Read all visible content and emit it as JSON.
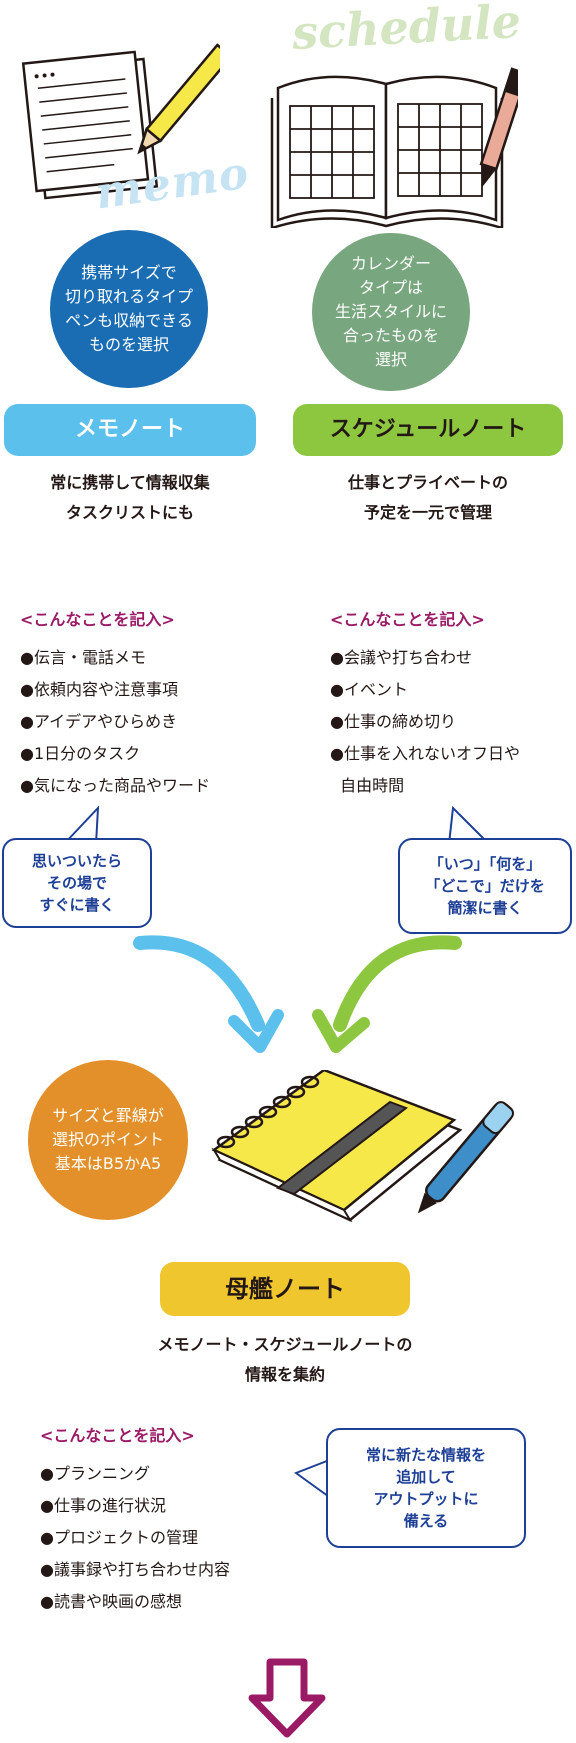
{
  "decor": {
    "memo_word": "memo",
    "schedule_word": "schedule"
  },
  "memo": {
    "circle_lines": [
      "携帯サイズで",
      "切り取れるタイプ",
      "ペンも収納できる",
      "ものを選択"
    ],
    "label": "メモノート",
    "desc_lines": [
      "常に携帯して情報収集",
      "タスクリストにも"
    ],
    "list_heading": "<こんなことを記入>",
    "items": [
      "●伝言・電話メモ",
      "●依頼内容や注意事項",
      "●アイデアやひらめき",
      "●1日分のタスク",
      "●気になった商品やワード"
    ],
    "bubble_lines": [
      "思いついたら",
      "その場で",
      "すぐに書く"
    ]
  },
  "schedule": {
    "circle_lines": [
      "カレンダー",
      "タイプは",
      "生活スタイルに",
      "合ったものを",
      "選択"
    ],
    "label": "スケジュールノート",
    "desc_lines": [
      "仕事とプライベートの",
      "予定を一元で管理"
    ],
    "list_heading": "<こんなことを記入>",
    "items": [
      "●会議や打ち合わせ",
      "●イベント",
      "●仕事の締め切り",
      "●仕事を入れないオフ日や",
      "  自由時間"
    ],
    "bubble_lines": [
      "「いつ」「何を」",
      "「どこで」だけを",
      "簡潔に書く"
    ]
  },
  "mothership": {
    "circle_lines": [
      "サイズと罫線が",
      "選択のポイント",
      "基本はB5かA5"
    ],
    "label": "母艦ノート",
    "desc_lines": [
      "メモノート・スケジュールノートの",
      "情報を集約"
    ],
    "list_heading": "<こんなことを記入>",
    "items": [
      "●プランニング",
      "●仕事の進行状況",
      "●プロジェクトの管理",
      "●議事録や打ち合わせ内容",
      "●読書や映画の感想"
    ],
    "bubble_lines": [
      "常に新たな情報を",
      "追加して",
      "アウトプットに",
      "備える"
    ]
  },
  "colors": {
    "memo_circle": "#1a6db3",
    "schedule_circle": "#78a67e",
    "memo_label_bg": "#5bc0eb",
    "schedule_label_bg": "#8dc63f",
    "mothership_circle": "#e3902a",
    "mothership_label_bg": "#f0c62e",
    "list_heading": "#9b1a66",
    "bubble_border": "#1e3f96",
    "arrow_blue": "#5bc0eb",
    "arrow_green": "#8dc63f",
    "down_arrow": "#9b1a66"
  }
}
